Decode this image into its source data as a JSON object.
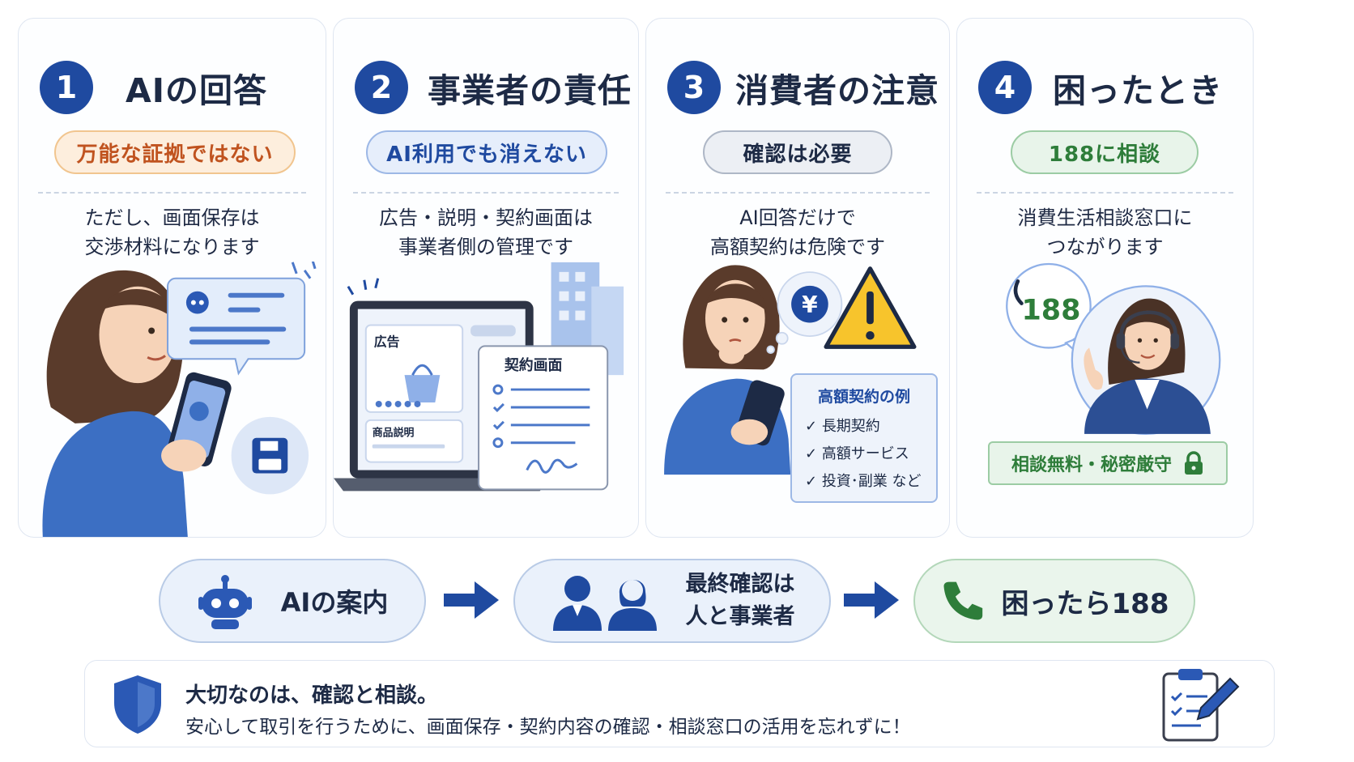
{
  "cards": [
    {
      "num": "1",
      "title": "AIの回答",
      "pill": "万能な証拠ではない",
      "desc": [
        "ただし、画面保存は",
        "交渉材料になります"
      ]
    },
    {
      "num": "2",
      "title": "事業者の責任",
      "pill": "AI利用でも消えない",
      "desc": [
        "広告・説明・契約画面は",
        "事業者側の管理です"
      ],
      "labels": {
        "ad": "広告",
        "product": "商品説明",
        "contract": "契約画面"
      }
    },
    {
      "num": "3",
      "title": "消費者の注意",
      "pill": "確認は必要",
      "desc": [
        "AI回答だけで",
        "高額契約は危険です"
      ],
      "yen": "¥",
      "example_title": "高額契約の例",
      "examples": [
        "長期契約",
        "高額サービス",
        "投資･副業 など"
      ]
    },
    {
      "num": "4",
      "title": "困ったとき",
      "pill": "188に相談",
      "desc": [
        "消費生活相談窓口に",
        "つながります"
      ],
      "bubble_number": "188",
      "badge": "相談無料・秘密厳守"
    }
  ],
  "flow": {
    "step1": "AIの案内",
    "step2": [
      "最終確認は",
      "人と事業者"
    ],
    "step3": "困ったら188"
  },
  "summary": {
    "title": "大切なのは、確認と相談。",
    "body": "安心して取引を行うために、画面保存・契約内容の確認・相談窓口の活用を忘れずに！"
  },
  "colors": {
    "primary": "#1f4aa0",
    "accent_orange": "#c0531f",
    "green": "#2e7d3a",
    "light_blue": "#eaf1fb"
  }
}
